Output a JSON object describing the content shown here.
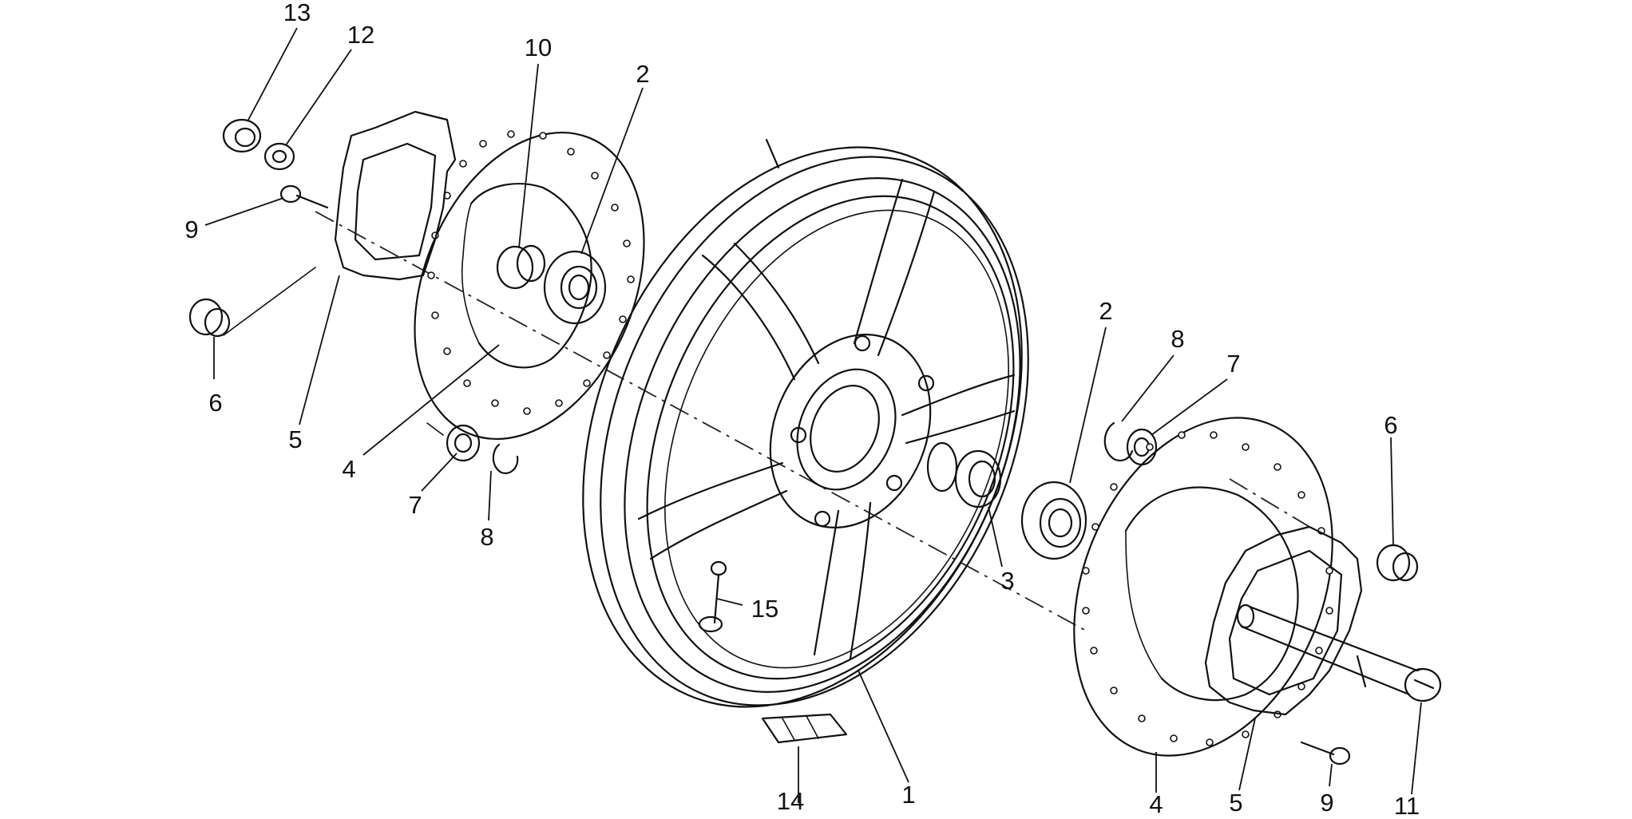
{
  "diagram": {
    "callouts": [
      {
        "id": "13",
        "text": "13"
      },
      {
        "id": "12",
        "text": "12"
      },
      {
        "id": "10",
        "text": "10"
      },
      {
        "id": "2a",
        "text": "2"
      },
      {
        "id": "9a",
        "text": "9"
      },
      {
        "id": "6a",
        "text": "6"
      },
      {
        "id": "5a",
        "text": "5"
      },
      {
        "id": "4a",
        "text": "4"
      },
      {
        "id": "7a",
        "text": "7"
      },
      {
        "id": "8a",
        "text": "8"
      },
      {
        "id": "15",
        "text": "15"
      },
      {
        "id": "3",
        "text": "3"
      },
      {
        "id": "2b",
        "text": "2"
      },
      {
        "id": "8b",
        "text": "8"
      },
      {
        "id": "7b",
        "text": "7"
      },
      {
        "id": "6b",
        "text": "6"
      },
      {
        "id": "14",
        "text": "14"
      },
      {
        "id": "1",
        "text": "1"
      },
      {
        "id": "4b",
        "text": "4"
      },
      {
        "id": "5b",
        "text": "5"
      },
      {
        "id": "9b",
        "text": "9"
      },
      {
        "id": "11",
        "text": "11"
      }
    ]
  }
}
